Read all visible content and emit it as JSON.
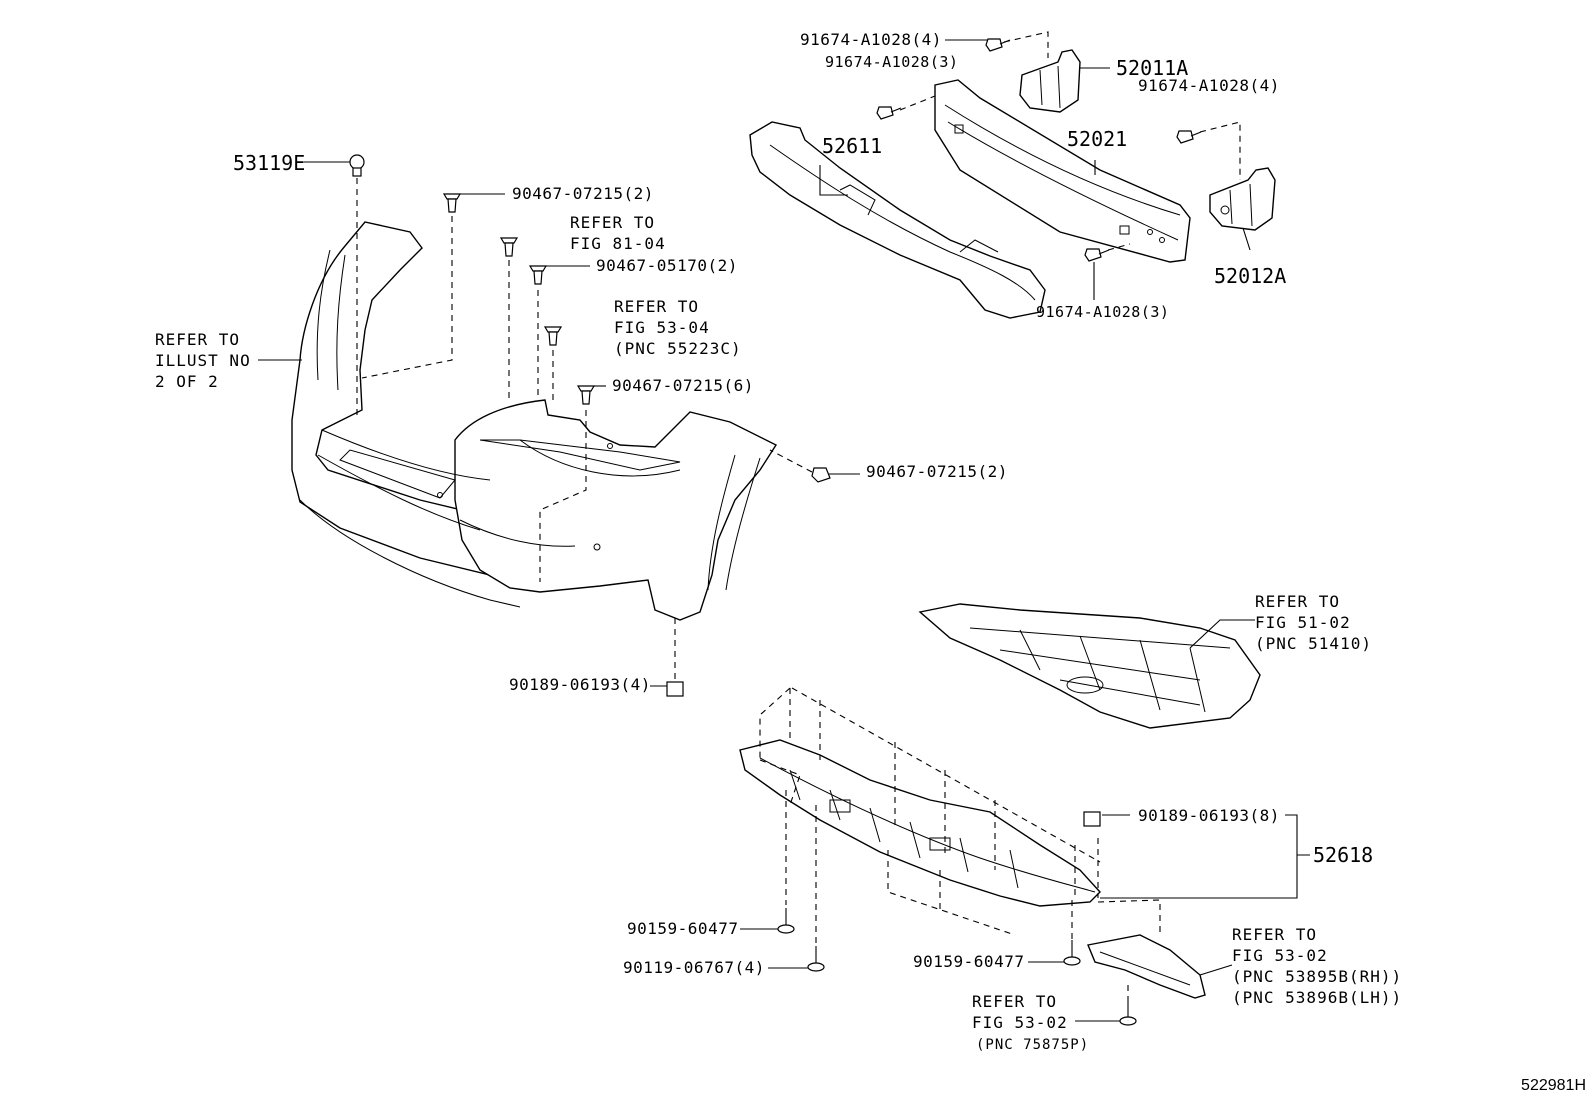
{
  "labels": {
    "l_53119E": "53119E",
    "l_90467_07215_2a": "90467-07215(2)",
    "l_90467_05170_2": "90467-05170(2)",
    "l_90467_07215_6": "90467-07215(6)",
    "l_90467_07215_2b": "90467-07215(2)",
    "l_90189_06193_4": "90189-06193(4)",
    "l_91674_A1028_4a": "91674-A1028(4)",
    "l_91674_A1028_3a": "91674-A1028(3)",
    "l_52011A": "52011A",
    "l_91674_A1028_4b": "91674-A1028(4)",
    "l_52611": "52611",
    "l_52021": "52021",
    "l_52012A": "52012A",
    "l_91674_A1028_3b": "91674-A1028(3)",
    "l_90189_06193_8": "90189-06193(8)",
    "l_52618": "52618",
    "l_90159_60477_a": "90159-60477",
    "l_90119_06767_4": "90119-06767(4)",
    "l_90159_60477_b": "90159-60477"
  },
  "notes": {
    "n_fig81": "REFER TO\nFIG 81-04",
    "n_fig53_04": "REFER TO\nFIG 53-04\n(PNC 55223C)",
    "n_illust": "REFER TO\nILLUST NO\n2 OF 2",
    "n_fig51": "REFER TO\nFIG 51-02\n(PNC 51410)",
    "n_fig53_02a": "REFER TO\nFIG 53-02\n(PNC 53895B(RH))\n(PNC 53896B(LH))",
    "n_fig53_02b": "REFER TO\nFIG 53-02",
    "n_pnc75875": "(PNC 75875P)"
  },
  "diagram_code": "522981H",
  "colors": {
    "line": "#000000",
    "background": "#ffffff"
  }
}
